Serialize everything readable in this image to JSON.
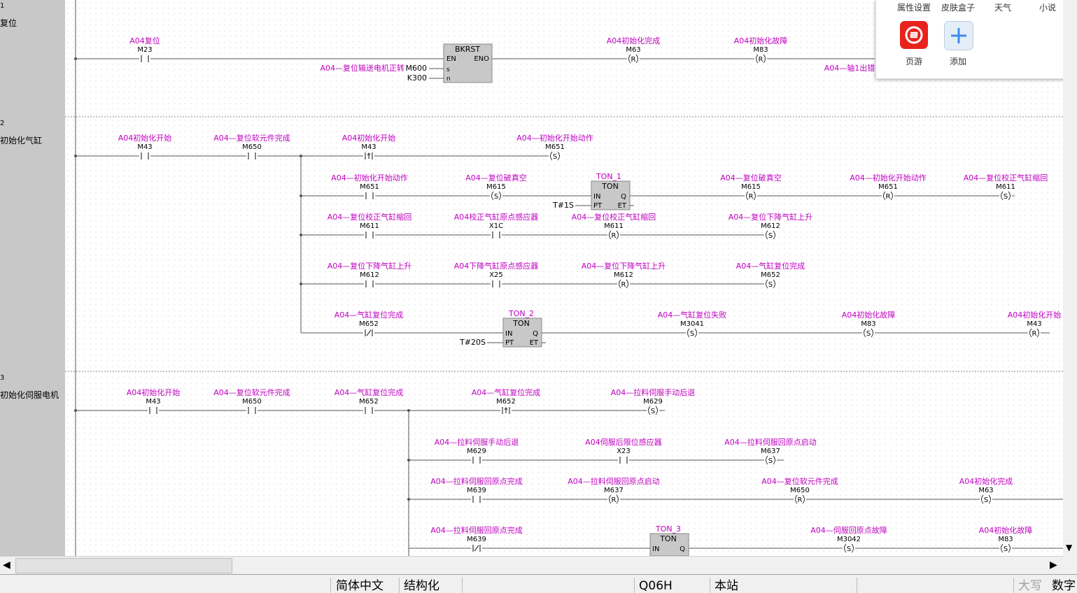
{
  "rungs": [
    {
      "num": "1",
      "title": "复位"
    },
    {
      "num": "2",
      "title": "初始化气缸"
    },
    {
      "num": "3",
      "title": "初始化伺服电机"
    }
  ],
  "elements": {
    "c1_m23": {
      "comment": "A04复位",
      "device": "M23"
    },
    "c1_m63": {
      "comment": "A04初始化完成",
      "device": "M63"
    },
    "c1_m83": {
      "comment": "A04初始化故障",
      "device": "M83"
    },
    "c1_axis": {
      "comment": "A04—轴1出错"
    },
    "c2_m43a": {
      "comment": "A04初始化开始",
      "device": "M43"
    },
    "c2_m650": {
      "comment": "A04—复位软元件完成",
      "device": "M650"
    },
    "c2_m43b": {
      "comment": "A04初始化开始",
      "device": "M43"
    },
    "c2_m651": {
      "comment": "A04—初始化开始动作",
      "device": "M651"
    },
    "c2_r2_m651": {
      "comment": "A04—初始化开始动作",
      "device": "M651"
    },
    "c2_r2_m615s": {
      "comment": "A04—复位破真空",
      "device": "M615"
    },
    "c2_r2_m615r": {
      "comment": "A04—复位破真空",
      "device": "M615"
    },
    "c2_r2_m651r": {
      "comment": "A04—初始化开始动作",
      "device": "M651"
    },
    "c2_r2_m611s": {
      "comment": "A04—复位校正气缸缩回",
      "device": "M611"
    },
    "c2_r3_m611": {
      "comment": "A04—复位校正气缸缩回",
      "device": "M611"
    },
    "c2_r3_x1c": {
      "comment": "A04校正气缸原点感应器",
      "device": "X1C"
    },
    "c2_r3_m611r": {
      "comment": "A04—复位校正气缸缩回",
      "device": "M611"
    },
    "c2_r3_m612s": {
      "comment": "A04—复位下降气缸上升",
      "device": "M612"
    },
    "c2_r4_m612": {
      "comment": "A04—复位下降气缸上升",
      "device": "M612"
    },
    "c2_r4_x25": {
      "comment": "A04下降气缸原点感应器",
      "device": "X25"
    },
    "c2_r4_m612r": {
      "comment": "A04—复位下降气缸上升",
      "device": "M612"
    },
    "c2_r4_m652s": {
      "comment": "A04—气缸复位完成",
      "device": "M652"
    },
    "c2_r5_m652": {
      "comment": "A04—气缸复位完成",
      "device": "M652"
    },
    "c2_r5_m3041": {
      "comment": "A04—气缸复位失败",
      "device": "M3041"
    },
    "c2_r5_m83": {
      "comment": "A04初始化故障",
      "device": "M83"
    },
    "c2_r5_m43r": {
      "comment": "A04初始化开始",
      "device": "M43"
    },
    "c3_m43": {
      "comment": "A04初始化开始",
      "device": "M43"
    },
    "c3_m650": {
      "comment": "A04—复位软元件完成",
      "device": "M650"
    },
    "c3_m652": {
      "comment": "A04—气缸复位完成",
      "device": "M652"
    },
    "c3_m652p": {
      "comment": "A04—气缸复位完成",
      "device": "M652"
    },
    "c3_m629s": {
      "comment": "A04—拉料伺服手动后退",
      "device": "M629"
    },
    "c3_r2_m629": {
      "comment": "A04—拉料伺服手动后退",
      "device": "M629"
    },
    "c3_r2_x23": {
      "comment": "A04伺服后限位感应器",
      "device": "X23"
    },
    "c3_r2_m637s": {
      "comment": "A04—拉料伺服回原点启动",
      "device": "M637"
    },
    "c3_r3_m639": {
      "comment": "A04—拉料伺服回原点完成",
      "device": "M639"
    },
    "c3_r3_m637r": {
      "comment": "A04—拉料伺服回原点启动",
      "device": "M637"
    },
    "c3_r3_m650r": {
      "comment": "A04—复位软元件完成",
      "device": "M650"
    },
    "c3_r3_m63s": {
      "comment": "A04初始化完成",
      "device": "M63"
    },
    "c3_r4_m639": {
      "comment": "A04—拉料伺服回原点完成",
      "device": "M639"
    },
    "c3_r4_m3042": {
      "comment": "A04—伺服回原点故障",
      "device": "M3042"
    },
    "c3_r4_m83s": {
      "comment": "A04初始化故障",
      "device": "M83"
    }
  },
  "blocks": {
    "bkrst": {
      "name": "BKRST",
      "pin_en": "EN",
      "pin_eno": "ENO",
      "pin_s": "s",
      "pin_n": "n",
      "in_s_comment": "A04—复位输送电机正转",
      "in_s": "M600",
      "in_n": "K300"
    },
    "ton1": {
      "instance": "TON_1",
      "name": "TON",
      "pin_in": "IN",
      "pin_q": "Q",
      "pin_pt": "PT",
      "pin_et": "ET",
      "preset": "T#1S"
    },
    "ton2": {
      "instance": "TON_2",
      "name": "TON",
      "pin_in": "IN",
      "pin_q": "Q",
      "pin_pt": "PT",
      "pin_et": "ET",
      "preset": "T#20S"
    },
    "ton3": {
      "instance": "TON_3",
      "name": "TON",
      "pin_in": "IN",
      "pin_q": "Q"
    }
  },
  "popup": {
    "tabs": [
      "属性设置",
      "皮肤盒子",
      "天气",
      "小说"
    ],
    "tiles": [
      {
        "label": "页游",
        "icon": "game-icon"
      },
      {
        "label": "添加",
        "icon": "add-icon"
      }
    ]
  },
  "status_bar": {
    "language": "简体中文",
    "mode": "结构化",
    "cpu": "Q06H",
    "station": "本站",
    "caps": "大写",
    "num": "数字"
  },
  "colors": {
    "comment_text": "#c000c0",
    "device_text": "#000000",
    "rung_line": "#555555",
    "block_fill": "#c8c8c8",
    "gutter": "#c8c8c8"
  }
}
